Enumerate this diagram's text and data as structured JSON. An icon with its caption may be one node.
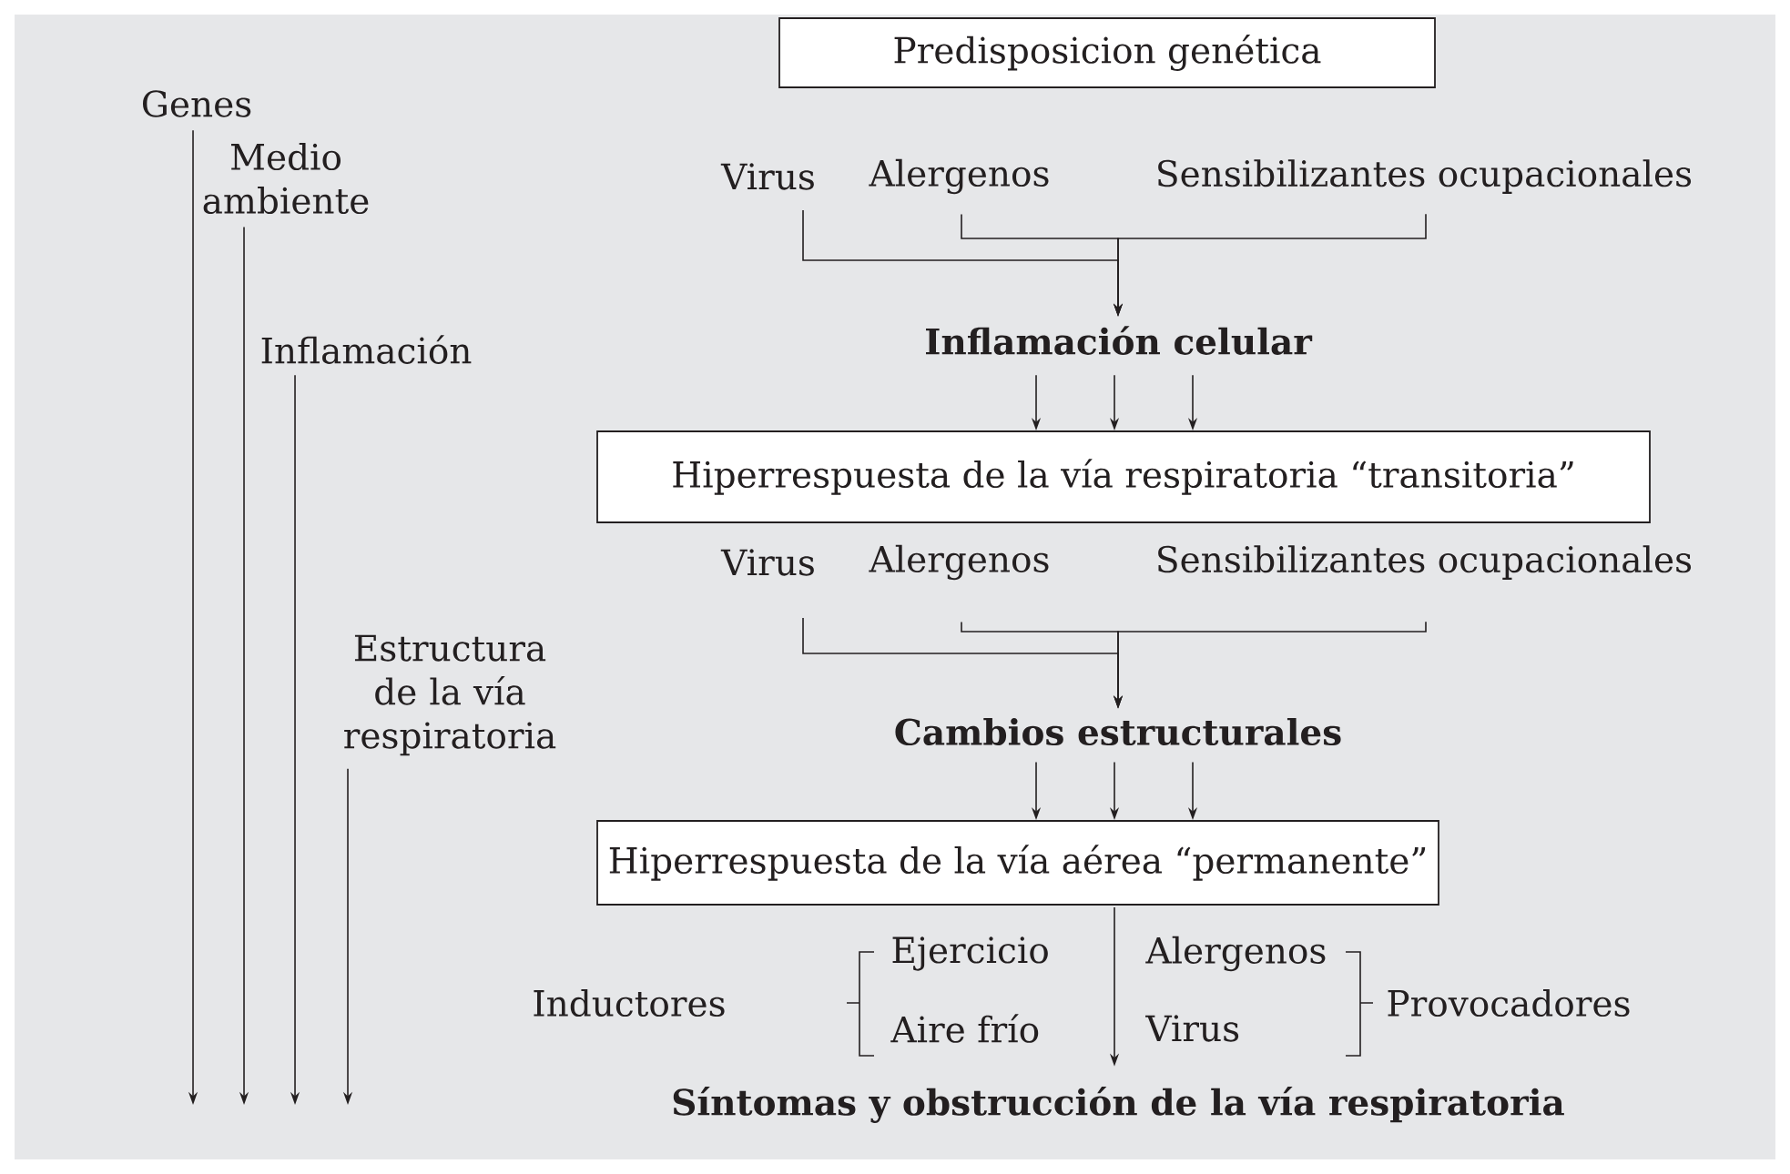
{
  "diagram": {
    "nodes": [
      {
        "text": [
          "Genes"
        ]
      },
      {
        "text": [
          "Medio ambiente"
        ]
      },
      {
        "text": [
          "Inflamación"
        ]
      },
      {
        "text": [
          "Estructura de la vía respiratoria"
        ]
      },
      {
        "text": [
          "Predisposicion genética"
        ]
      },
      {
        "text": [
          "Virus"
        ]
      },
      {
        "text": [
          "Alergenos"
        ]
      },
      {
        "text": [
          "Sensibilizantes ocupacionales"
        ]
      },
      {
        "text": [
          "Inflamación celular"
        ]
      },
      {
        "text": [
          "Hiperrespuesta de la vía respiratoria “transitoria”"
        ]
      },
      {
        "text": [
          "Virus"
        ]
      },
      {
        "text": [
          "Alergenos"
        ]
      },
      {
        "text": [
          "Sensibilizantes ocupacionales"
        ]
      },
      {
        "text": [
          "Cambios estructurales"
        ]
      },
      {
        "text": [
          "Hiperrespuesta de la vía aérea “permanente”"
        ]
      },
      {
        "text": [
          "Inductores"
        ]
      },
      {
        "text": [
          "Ejercicio"
        ]
      },
      {
        "text": [
          "Aire frío"
        ]
      },
      {
        "text": [
          "Alergenos"
        ]
      },
      {
        "text": [
          "Virus"
        ]
      },
      {
        "text": [
          "Provocadores"
        ]
      },
      {
        "text": [
          "Síntomas y obstrucción de la vía respiratoria"
        ]
      }
    ],
    "edges": [
      {
        "from": 0,
        "to": null,
        "arrow": "to"
      },
      {
        "from": 1,
        "to": null,
        "arrow": "to"
      },
      {
        "from": 2,
        "to": null,
        "arrow": "to"
      },
      {
        "from": 3,
        "to": null,
        "arrow": "to"
      },
      {
        "from": 5,
        "to": 8,
        "arrow": "to"
      },
      {
        "from": 6,
        "to": 8,
        "arrow": "to"
      },
      {
        "from": 7,
        "to": 8,
        "arrow": "to"
      },
      {
        "from": 8,
        "to": 9,
        "arrow": "to"
      },
      {
        "from": 8,
        "to": 9,
        "arrow": "to"
      },
      {
        "from": 8,
        "to": 9,
        "arrow": "to"
      },
      {
        "from": 10,
        "to": 13,
        "arrow": "to"
      },
      {
        "from": 11,
        "to": 13,
        "arrow": "to"
      },
      {
        "from": 12,
        "to": 13,
        "arrow": "to"
      },
      {
        "from": 13,
        "to": 14,
        "arrow": "to"
      },
      {
        "from": 13,
        "to": 14,
        "arrow": "to"
      },
      {
        "from": 13,
        "to": 14,
        "arrow": "to"
      },
      {
        "from": 14,
        "to": 21,
        "arrow": "to"
      }
    ]
  }
}
